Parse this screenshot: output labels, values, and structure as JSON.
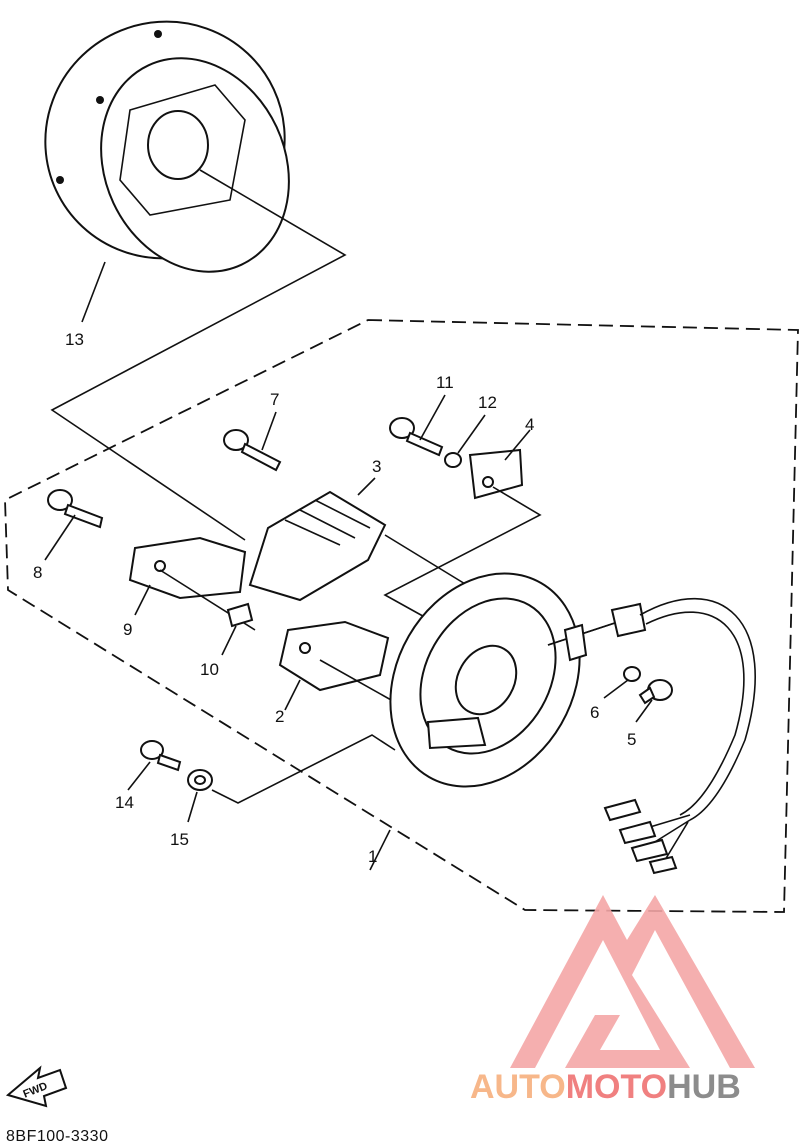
{
  "diagram_code": "8BF100-3330",
  "fwd_label": "FWD",
  "logo": {
    "auto": "AUTO",
    "moto": "MOTO",
    "hub": "HUB",
    "auto_color": "#f7b78a",
    "moto_color": "#f08080",
    "hub_color": "#8c8c8c",
    "mark_color": "#f4a6a6"
  },
  "parts": {
    "p1": "1",
    "p2": "2",
    "p3": "3",
    "p4": "4",
    "p5": "5",
    "p6": "6",
    "p7": "7",
    "p8": "8",
    "p9": "9",
    "p10": "10",
    "p11": "11",
    "p12": "12",
    "p13": "13",
    "p14": "14",
    "p15": "15"
  }
}
